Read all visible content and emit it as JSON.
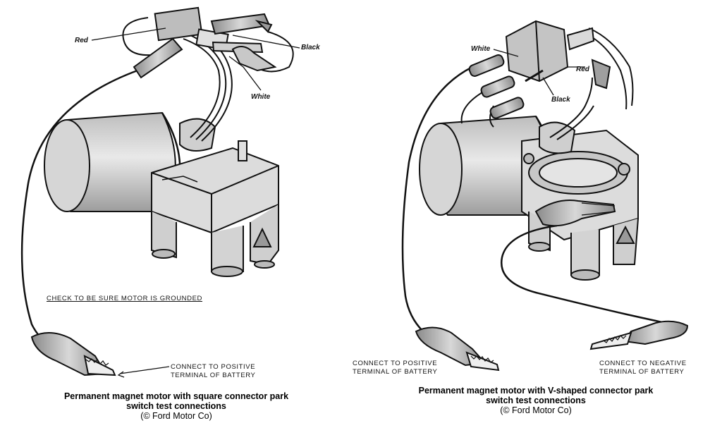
{
  "left_figure": {
    "wire_labels": {
      "red": "Red",
      "black": "Black",
      "white": "White"
    },
    "ground_note": "CHECK TO BE SURE MOTOR IS GROUNDED",
    "connect_positive": [
      "CONNECT TO POSITIVE",
      "TERMINAL OF BATTERY"
    ],
    "caption": [
      "Permanent magnet motor with square connector park",
      "switch test connections"
    ],
    "credit": "(© Ford Motor Co)"
  },
  "right_figure": {
    "wire_labels": {
      "white": "White",
      "red": "Red",
      "black": "Black"
    },
    "connect_positive": [
      "CONNECT TO POSITIVE",
      "TERMINAL OF BATTERY"
    ],
    "connect_negative": [
      "CONNECT TO NEGATIVE",
      "TERMINAL OF BATTERY"
    ],
    "caption": [
      "Permanent magnet motor with V-shaped connector park",
      "switch test connections"
    ],
    "credit": "(© Ford Motor Co)"
  },
  "colors": {
    "ink": "#111111",
    "shade": "#c9c9c9",
    "light": "#e6e6e6"
  }
}
